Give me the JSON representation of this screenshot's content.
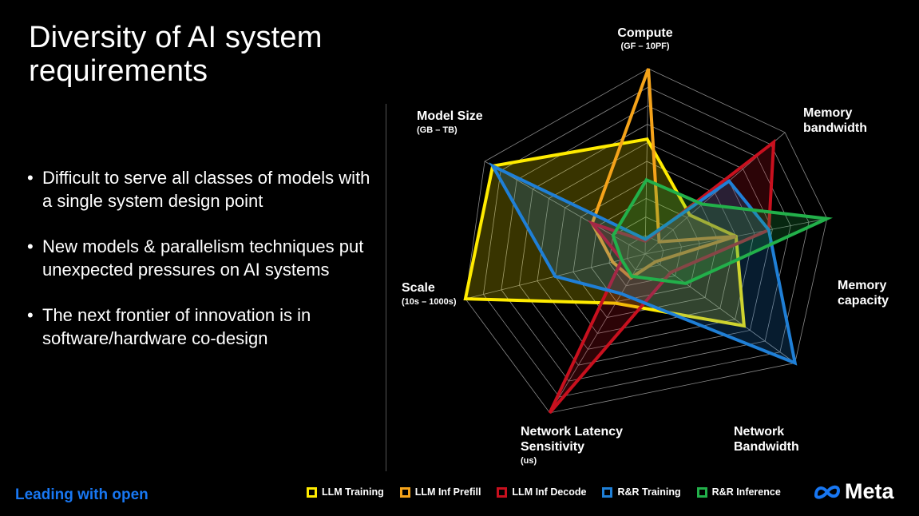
{
  "slide": {
    "title": "Diversity of AI system requirements",
    "bullets": [
      "Difficult to serve all classes of models with a single system design point",
      "New models & parallelism techniques put unexpected pressures on AI systems",
      "The next frontier of innovation is in software/hardware co-design"
    ],
    "bullet_glyph": "•",
    "footer_tagline": "Leading with open",
    "logo_text": "Meta",
    "colors": {
      "background": "#000000",
      "footer_blue": "#1877F2"
    }
  },
  "chart_data": {
    "type": "radar",
    "axes": [
      {
        "name": "Compute",
        "unit": "(GF – 10PF)"
      },
      {
        "name": "Memory bandwidth",
        "unit": ""
      },
      {
        "name": "Memory capacity",
        "unit": ""
      },
      {
        "name": "Network Bandwidth",
        "unit": ""
      },
      {
        "name": "Network Latency Sensitivity",
        "unit": "(us)"
      },
      {
        "name": "Scale",
        "unit": "(10s – 1000s)"
      },
      {
        "name": "Model Size",
        "unit": "(GB – TB)"
      }
    ],
    "rings": 10,
    "range": [
      0,
      10
    ],
    "series": [
      {
        "name": "LLM Training",
        "color": "#FFEB00",
        "values": [
          6.2,
          3.2,
          5.0,
          6.6,
          3.1,
          10,
          9.5
        ],
        "fill": true
      },
      {
        "name": "LLM Inf Prefill",
        "color": "#F5A31A",
        "values": [
          10,
          1.0,
          5.0,
          0.7,
          1.5,
          1.8,
          3.3
        ],
        "fill": false
      },
      {
        "name": "LLM Inf Decode",
        "color": "#C8101E",
        "values": [
          0.7,
          9.2,
          6.8,
          1.7,
          10,
          1.3,
          3.3
        ],
        "fill": true
      },
      {
        "name": "R&R Training",
        "color": "#1F7FD6",
        "values": [
          0.8,
          6.0,
          6.8,
          10,
          2.5,
          5.0,
          9.5
        ],
        "fill": true
      },
      {
        "name": "R&R Inference",
        "color": "#22B04A",
        "values": [
          4.0,
          4.1,
          10,
          2.7,
          1.4,
          1.3,
          2.0
        ],
        "fill": true
      }
    ]
  }
}
